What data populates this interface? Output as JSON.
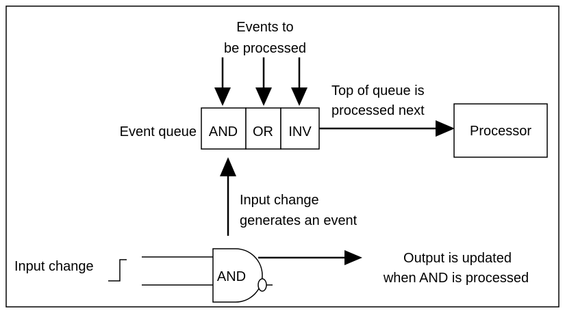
{
  "labels": {
    "events_line1": "Events to",
    "events_line2": "be processed",
    "event_queue": "Event queue",
    "top_line1": "Top of queue is",
    "top_line2": "processed next",
    "input_change_line1": "Input change",
    "input_change_line2": "generates an event",
    "input_change": "Input change",
    "output_line1": "Output is updated",
    "output_line2": "when AND is processed"
  },
  "queue": {
    "cells": [
      "AND",
      "OR",
      "INV"
    ]
  },
  "processor": {
    "label": "Processor"
  },
  "gate": {
    "label": "AND"
  }
}
